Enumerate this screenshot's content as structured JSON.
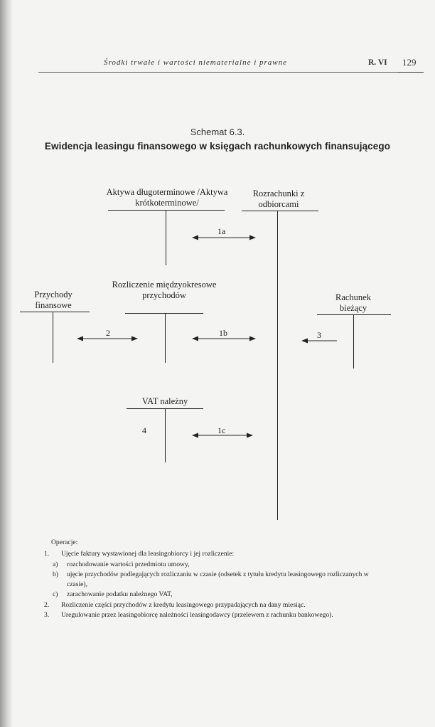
{
  "header": {
    "running_title": "Środki trwałe i wartości niematerialne i prawne",
    "chapter": "R. VI",
    "page_number": "129"
  },
  "schema": {
    "label": "Schemat 6.3.",
    "title": "Ewidencja leasingu finansowego w księgach rachunkowych finansującego"
  },
  "accounts": {
    "aktywa": "Aktywa długoterminowe /Aktywa krótkoterminowe/",
    "rozrachunki": "Rozrachunki z odbiorcami",
    "przychody": "Przychody finansowe",
    "rozliczenie": "Rozliczenie międzyokresowe przychodów",
    "rachunek": "Rachunek bieżący",
    "vat": "VAT należny"
  },
  "arrows": {
    "a1a": "1a",
    "a2": "2",
    "a1b": "1b",
    "a3": "3",
    "a4": "4",
    "a1c": "1c"
  },
  "operations": {
    "heading": "Operacje:",
    "items": [
      {
        "marker": "1.",
        "text": "Ujęcie faktury wystawionej dla leasingobiorcy i jej rozliczenie:",
        "subs": [
          {
            "marker": "a)",
            "text": "rozchodowanie wartości przedmiotu umowy,"
          },
          {
            "marker": "b)",
            "text": "ujęcie przychodów podlegających rozliczaniu w czasie (odsetek z tytułu kredytu leasingowego rozliczanych w czasie),"
          },
          {
            "marker": "c)",
            "text": "zarachowanie podatku należnego VAT,"
          }
        ]
      },
      {
        "marker": "2.",
        "text": "Rozliczenie części przychodów z kredytu leasingowego przypadających na dany miesiąc."
      },
      {
        "marker": "3.",
        "text": "Uregulowanie przez leasingobiorcę należności leasingodawcy (przelewem z rachunku bankowego)."
      }
    ]
  }
}
